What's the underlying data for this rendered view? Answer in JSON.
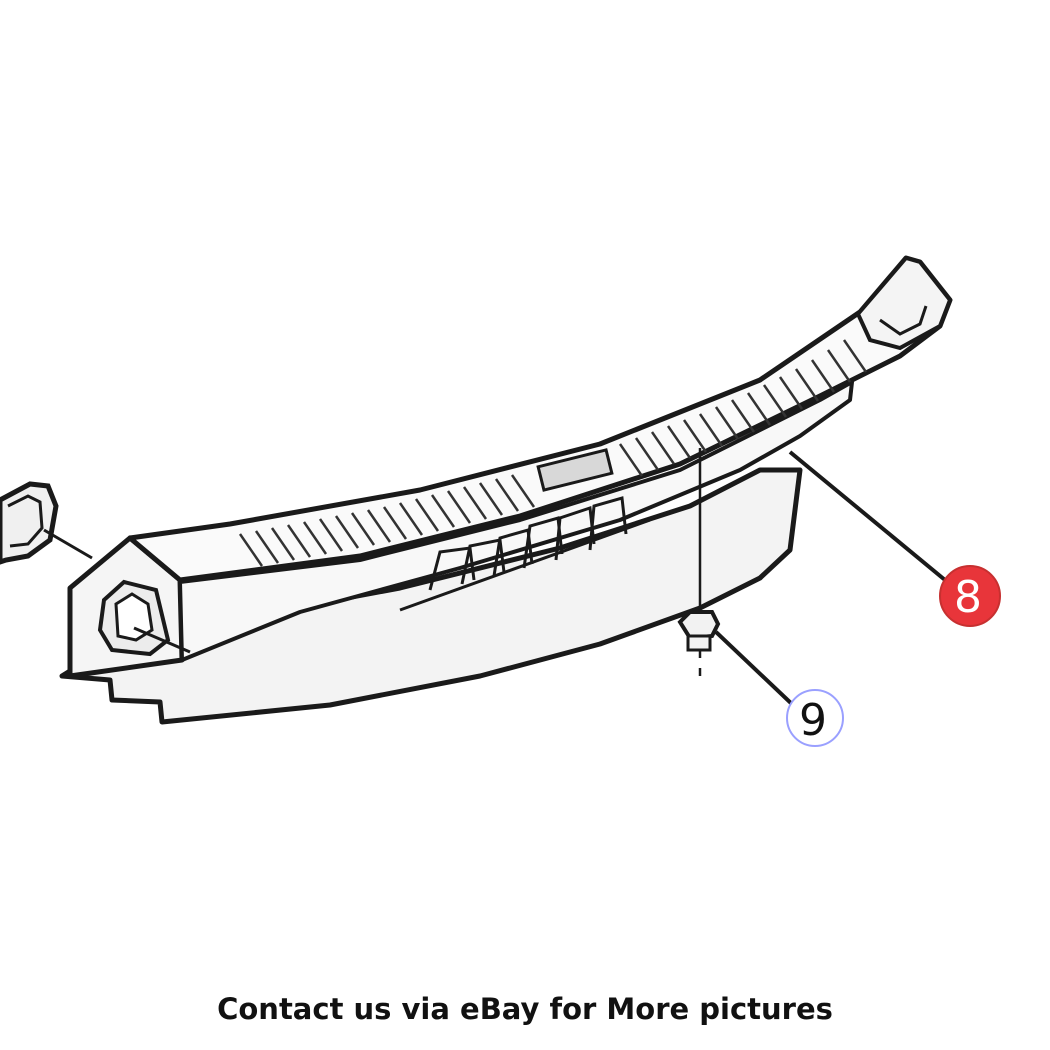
{
  "callouts": [
    {
      "number": "8",
      "highlighted": true
    },
    {
      "number": "9",
      "highlighted": false
    }
  ],
  "caption": "Contact us via eBay for More pictures",
  "colors": {
    "line": "#1a1a1a",
    "part_fill": "#f7f7f7",
    "highlight_fill": "#e8353a",
    "highlight_text": "#ffffff",
    "callout_text": "#111111",
    "callout_ring": "#9aa0ff"
  }
}
